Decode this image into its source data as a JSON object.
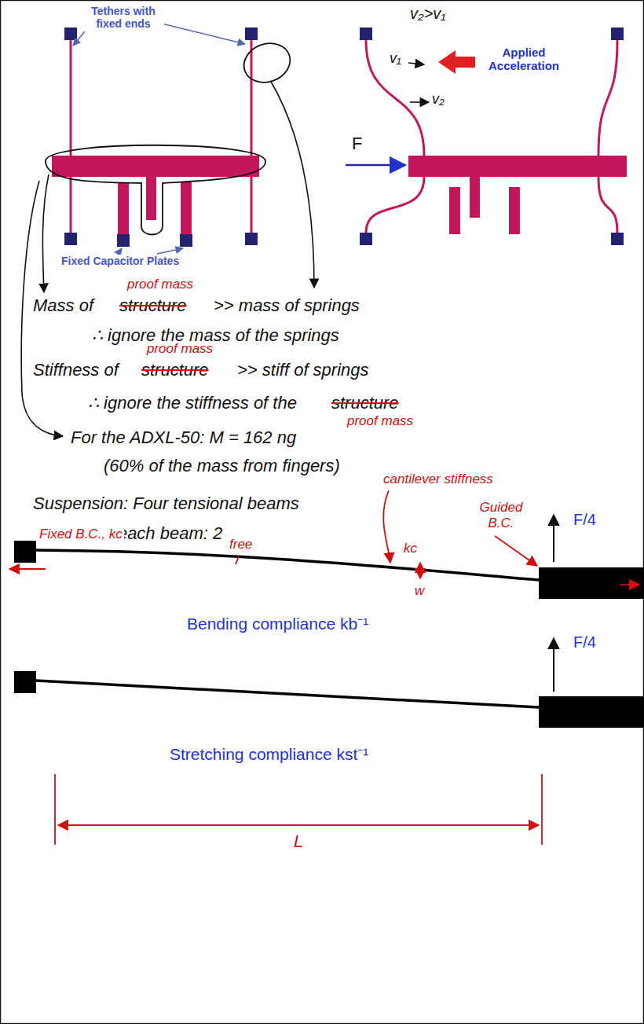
{
  "diagram": {
    "labels": [
      "Tethers with fixed ends",
      "v₂>v₁",
      "v₁",
      "v₂",
      "Applied Acceleration",
      "F",
      "Fixed Capacitor Plates",
      "proof mass",
      "Mass of",
      "structure",
      ">> mass of springs",
      "∴ ignore the mass of the springs",
      "proof mass",
      "Stiffness of",
      "structure",
      ">> stiff of springs",
      "∴ ignore the stiffness of the",
      "structure",
      "proof mass",
      "For the ADXL-50: M = 162 ng",
      "(60% of the mass from fingers)",
      "cantilever stiffness",
      "Suspension: Four tensional beams",
      "Guided B.C.",
      "→ for each beam: 2",
      "F/4",
      "Fixed B.C., kc",
      "free",
      "kc",
      "w",
      "Bending compliance kb⁻¹",
      "F/4",
      "Stretching compliance kst⁻¹",
      "L"
    ]
  }
}
